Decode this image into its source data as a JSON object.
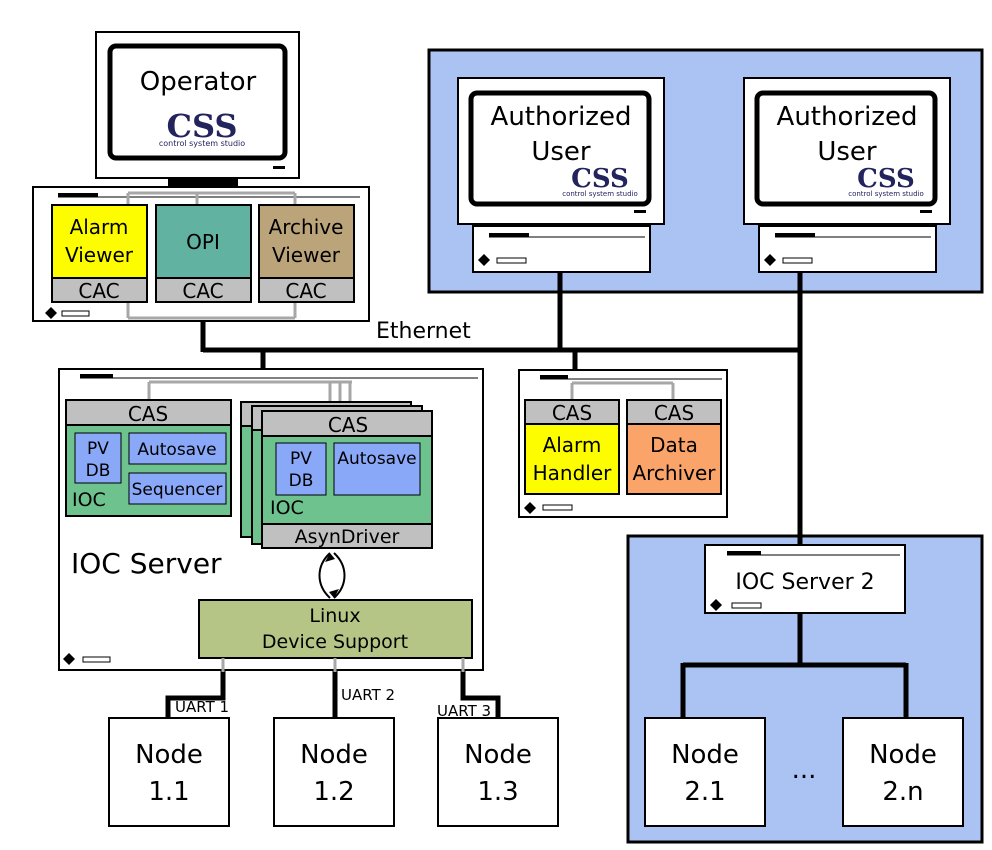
{
  "operator": {
    "label": "Operator",
    "logo": "CSS",
    "logo_sub": "control system studio"
  },
  "operator_apps": [
    {
      "name": "Alarm",
      "name2": "Viewer",
      "layer": "CAC",
      "color": "#fdfd00"
    },
    {
      "name": "OPI",
      "name2": "",
      "layer": "CAC",
      "color": "#62b2a2"
    },
    {
      "name": "Archive",
      "name2": "Viewer",
      "layer": "CAC",
      "color": "#bba47a"
    }
  ],
  "authorized_users": [
    {
      "line1": "Authorized",
      "line2": "User"
    },
    {
      "line1": "Authorized",
      "line2": "User"
    }
  ],
  "network": {
    "label": "Ethernet"
  },
  "ioc_server": {
    "label": "IOC Server",
    "cas": "CAS",
    "pv": "PV",
    "db": "DB",
    "autosave": "Autosave",
    "sequencer": "Sequencer",
    "ioc": "IOC",
    "asyn_driver": "AsynDriver",
    "device_support_line1": "Linux",
    "device_support_line2": "Device Support"
  },
  "services": [
    {
      "cas": "CAS",
      "line1": "Alarm",
      "line2": "Handler",
      "color": "#fdfd00"
    },
    {
      "cas": "CAS",
      "line1": "Data",
      "line2": "Archiver",
      "color": "#fba46a"
    }
  ],
  "ioc_server_2": {
    "label": "IOC Server 2"
  },
  "uarts": [
    "UART 1",
    "UART 2",
    "UART 3"
  ],
  "nodes": [
    {
      "line1": "Node",
      "line2": "1.1"
    },
    {
      "line1": "Node",
      "line2": "1.2"
    },
    {
      "line1": "Node",
      "line2": "1.3"
    }
  ],
  "nodes_2": [
    {
      "line1": "Node",
      "line2": "2.1"
    },
    {
      "line1": "Node",
      "line2": "2.n"
    }
  ],
  "ellipsis": "...",
  "colors": {
    "region": "#abc3f3",
    "cas_gray": "#c0c0c0",
    "ioc_green": "#6dc28e",
    "pv_blue": "#8aa8f8",
    "device_support": "#b5c585",
    "connector_gray": "#a7a7a7"
  }
}
